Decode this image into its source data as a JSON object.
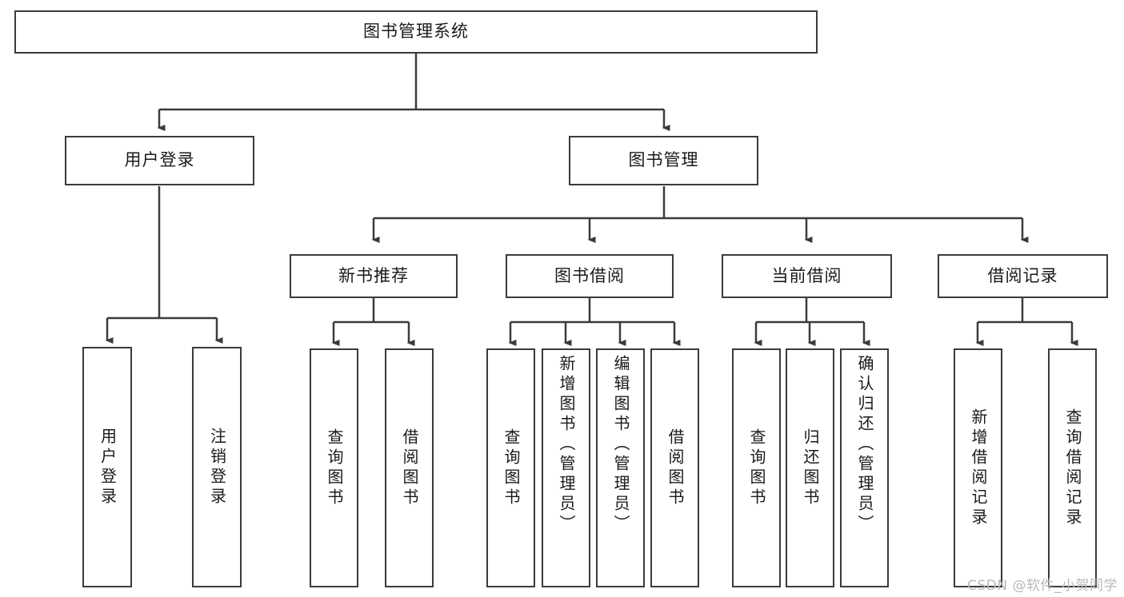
{
  "diagram": {
    "title": "图书管理系统",
    "type": "tree",
    "watermark": "CSDN @软件_小贺同学",
    "colors": {
      "stroke": "#3b3b3b",
      "fill": "#ffffff",
      "text": "#1a1a1a",
      "watermark": "#b9b9b9"
    },
    "nodes": {
      "root": {
        "label": "图书管理系统"
      },
      "level2": [
        {
          "id": "user-login",
          "label": "用户登录"
        },
        {
          "id": "book-manage",
          "label": "图书管理"
        }
      ],
      "level3": [
        {
          "id": "new-book-recommend",
          "label": "新书推荐"
        },
        {
          "id": "book-borrow",
          "label": "图书借阅"
        },
        {
          "id": "current-borrow",
          "label": "当前借阅"
        },
        {
          "id": "borrow-record",
          "label": "借阅记录"
        }
      ],
      "leaves": [
        {
          "id": "leaf-user-login",
          "label": "用户登录",
          "parent": "user-login"
        },
        {
          "id": "leaf-logout",
          "label": "注销登录",
          "parent": "user-login"
        },
        {
          "id": "leaf-query-book-1",
          "label": "查询图书",
          "parent": "new-book-recommend"
        },
        {
          "id": "leaf-borrow-book-1",
          "label": "借阅图书",
          "parent": "new-book-recommend"
        },
        {
          "id": "leaf-query-book-2",
          "label": "查询图书",
          "parent": "book-borrow"
        },
        {
          "id": "leaf-add-book",
          "label": "新增图书（管理员）",
          "parent": "book-borrow"
        },
        {
          "id": "leaf-edit-book",
          "label": "编辑图书（管理员）",
          "parent": "book-borrow"
        },
        {
          "id": "leaf-borrow-book-2",
          "label": "借阅图书",
          "parent": "book-borrow"
        },
        {
          "id": "leaf-query-book-3",
          "label": "查询图书",
          "parent": "current-borrow"
        },
        {
          "id": "leaf-return-book",
          "label": "归还图书",
          "parent": "current-borrow"
        },
        {
          "id": "leaf-confirm-return",
          "label": "确认归还（管理员）",
          "parent": "current-borrow"
        },
        {
          "id": "leaf-add-record",
          "label": "新增借阅记录",
          "parent": "borrow-record"
        },
        {
          "id": "leaf-query-record",
          "label": "查询借阅记录",
          "parent": "borrow-record"
        }
      ]
    }
  }
}
